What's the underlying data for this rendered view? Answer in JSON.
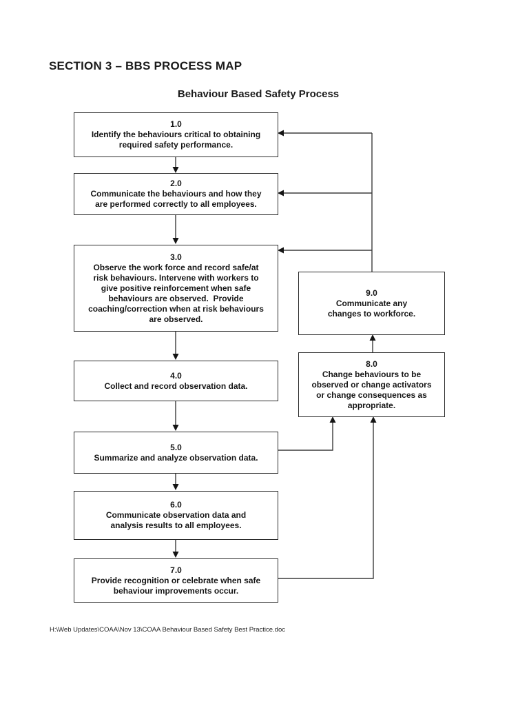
{
  "page": {
    "section_heading": "SECTION 3 – BBS PROCESS MAP",
    "diagram_title": "Behaviour Based Safety Process",
    "footer_path": "H:\\Web Updates\\COAA\\Nov 13\\COAA Behaviour Based Safety Best Practice.doc"
  },
  "colors": {
    "page_background": "#ffffff",
    "ink": "#161616",
    "box_border": "#2b2b2b",
    "connector_line": "#3b3b3b"
  },
  "nodes": [
    {
      "id": "1.0",
      "text": "Identify the behaviours critical to obtaining\nrequired safety performance."
    },
    {
      "id": "2.0",
      "text": "Communicate the behaviours and how they\nare performed correctly to all employees."
    },
    {
      "id": "3.0",
      "text": "Observe the work force and record safe/at\nrisk behaviours. Intervene with workers to\ngive positive reinforcement when safe\nbehaviours are observed.  Provide\ncoaching/correction when at risk behaviours\nare observed."
    },
    {
      "id": "4.0",
      "text": "Collect and record observation data."
    },
    {
      "id": "5.0",
      "text": "Summarize and analyze observation data."
    },
    {
      "id": "6.0",
      "text": "Communicate observation data and\nanalysis results to all employees."
    },
    {
      "id": "7.0",
      "text": "Provide recognition or celebrate when safe\nbehaviour improvements occur."
    },
    {
      "id": "8.0",
      "text": "Change behaviours to be\nobserved or change activators\nor change consequences as\nappropriate."
    },
    {
      "id": "9.0",
      "text": "Communicate any\nchanges to workforce."
    }
  ],
  "edges": [
    {
      "from": "1.0",
      "to": "2.0"
    },
    {
      "from": "2.0",
      "to": "3.0"
    },
    {
      "from": "3.0",
      "to": "4.0"
    },
    {
      "from": "4.0",
      "to": "5.0"
    },
    {
      "from": "5.0",
      "to": "6.0"
    },
    {
      "from": "6.0",
      "to": "7.0"
    },
    {
      "from": "5.0",
      "to": "8.0"
    },
    {
      "from": "7.0",
      "to": "8.0"
    },
    {
      "from": "8.0",
      "to": "9.0"
    },
    {
      "from": "9.0",
      "to": "1.0"
    },
    {
      "from": "9.0",
      "to": "2.0"
    },
    {
      "from": "9.0",
      "to": "3.0"
    }
  ]
}
